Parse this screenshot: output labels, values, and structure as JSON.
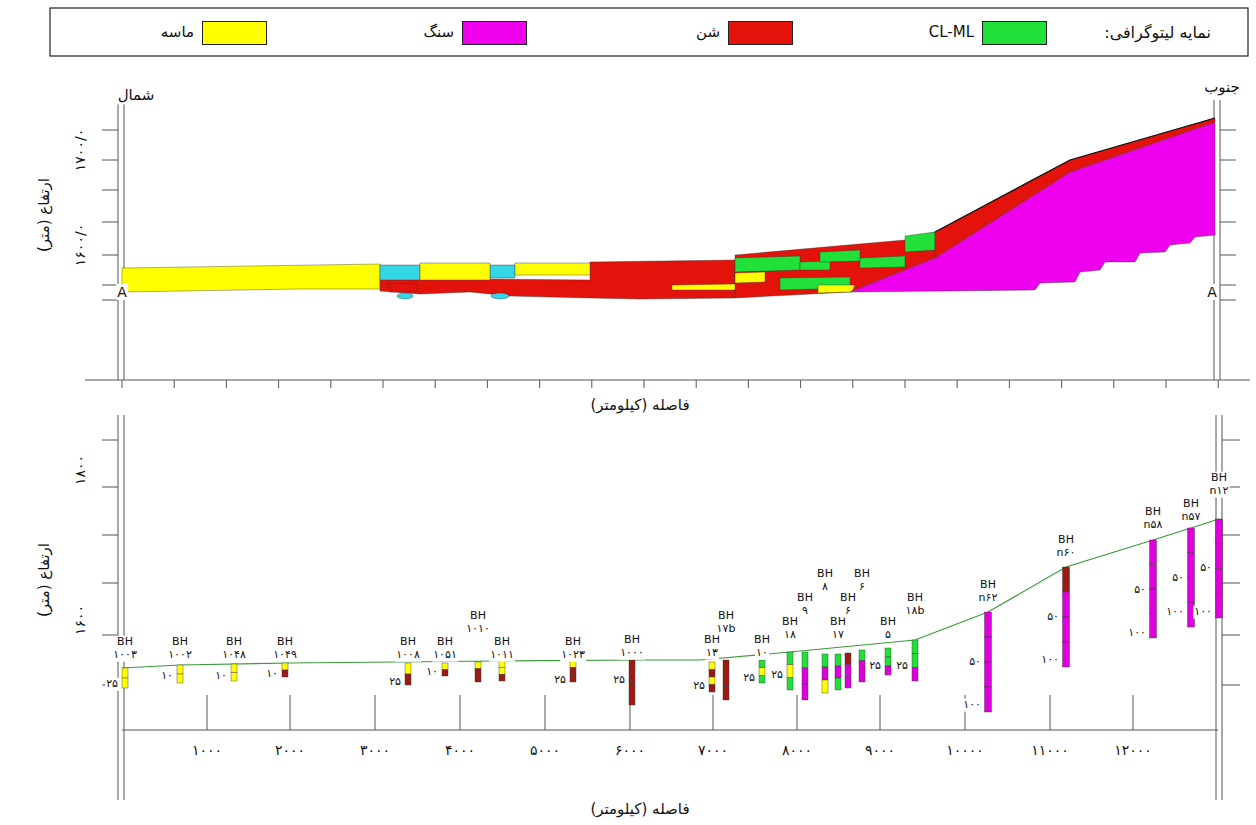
{
  "diagram": {
    "labels": [
      "شمال",
      "جنوب",
      "ارتفاع (متر)",
      "۱۷۰۰/۰",
      "۱۶۰۰/۰",
      "A",
      "A",
      "فاصله (کیلومتر)",
      "ارتفاع (متر)",
      "۱۸۰۰",
      "۱۶۰۰",
      "۱۰۰۰",
      "۲۰۰۰",
      "۳۰۰۰",
      "۴۰۰۰",
      "۵۰۰۰",
      "۶۰۰۰",
      "۷۰۰۰",
      "۸۰۰۰",
      "۹۰۰۰",
      "۱۰۰۰۰",
      "۱۱۰۰۰",
      "۱۲۰۰۰",
      "فاصله (کیلومتر)",
      "نمایه لیتوگرافی:",
      "BH",
      "۱۰۰۳",
      "۲۵",
      "BH",
      "۱۰۰۲",
      "۱۰",
      "BH",
      "۱۰۴۸",
      "۱۰",
      "BH",
      "۱۰۴۹",
      "۱۰",
      "BH",
      "۱۰۰۸",
      "۲۵",
      "BH",
      "۱۰۵۱",
      "۱۰",
      "BH",
      "۱۰۱۰",
      "BH",
      "۱۰۱۱",
      "BH",
      "۱۰۲۳",
      "۲۵",
      "BH",
      "۱۰۰۰",
      "۲۵",
      "BH",
      "۱۳",
      "۲۵",
      "BH",
      "۱۷b",
      "BH",
      "۱۰",
      "۲۵",
      "BH",
      "۱۸",
      "۲۵",
      "BH",
      "۹",
      "BH",
      "۸",
      "BH",
      "۱۷",
      "BH",
      "۶",
      "BH",
      "۶",
      "BH",
      "۵",
      "۲۵",
      "BH",
      "۱۸b",
      "۲۵",
      "BH",
      "n۶۲",
      "۵۰",
      "۱۰۰",
      "BH",
      "n۶۰",
      "۵۰",
      "۱۰۰",
      "BH",
      "n۵۸",
      "۵۰",
      "۱۰۰",
      "BH",
      "n۵۷",
      "۵۰",
      "۱۰۰",
      "BH",
      "n۱۲",
      "۵۰",
      "۱۰۰"
    ],
    "legend": [
      {
        "text": "CL-ML",
        "color": "#22e03a"
      },
      {
        "text": "شن",
        "color": "#e3120b"
      },
      {
        "text": "سنگ",
        "color": "#ee00ee"
      },
      {
        "text": "ماسه",
        "color": "#ffff00"
      }
    ]
  }
}
